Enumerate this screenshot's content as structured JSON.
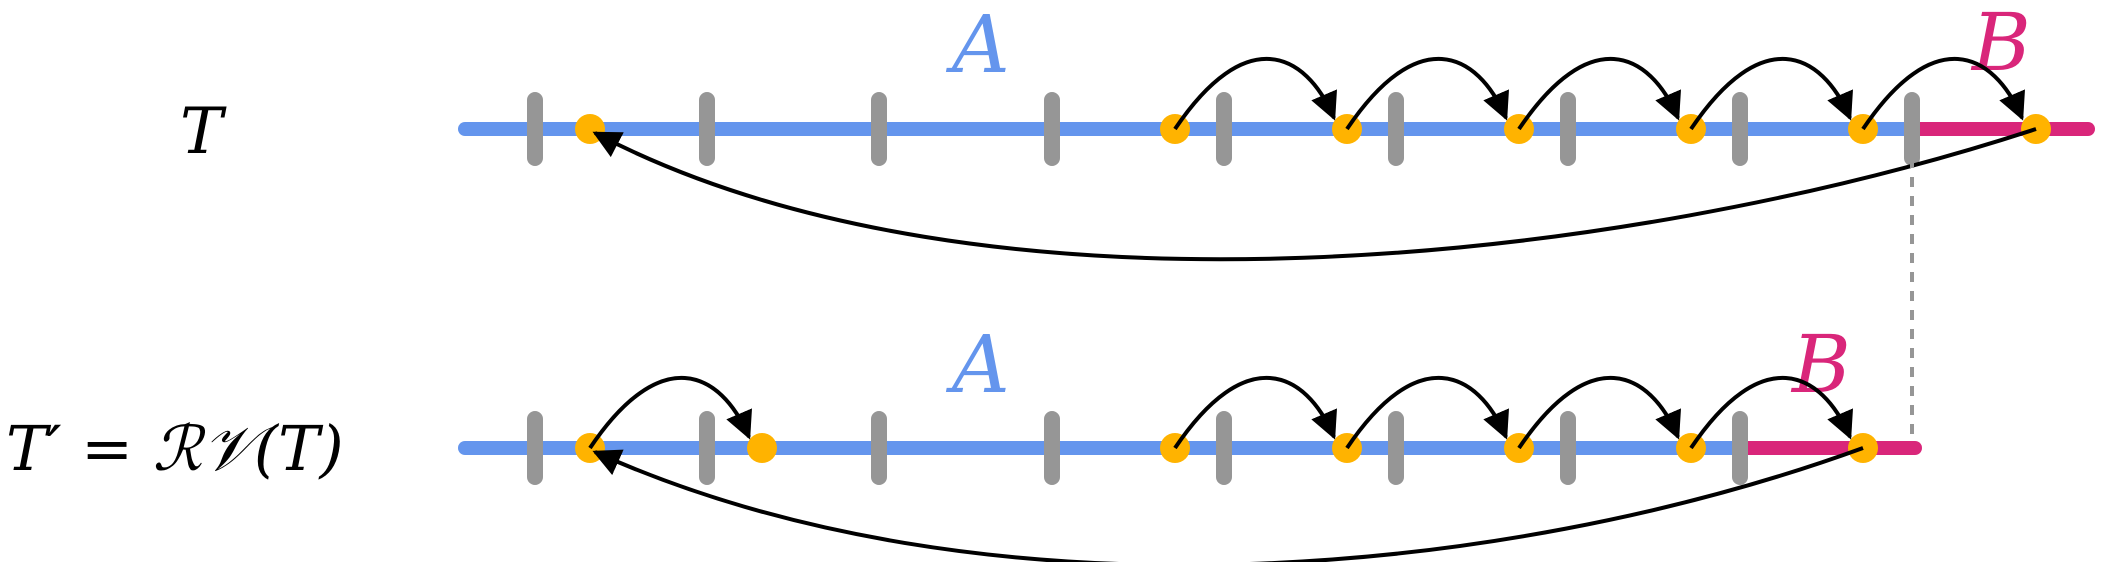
{
  "colors": {
    "line_a": "#6495ED",
    "line_b": "#D9267A",
    "tick": "#969696",
    "dot": "#FFB300",
    "arrow": "#000000",
    "dash": "#969696",
    "label": "#000000"
  },
  "rows": [
    {
      "label": "T",
      "segment_a_label": "A",
      "segment_b_label": "B"
    },
    {
      "label": "T′ = ℛ𝒱(T)",
      "segment_a_label": "A",
      "segment_b_label": "B"
    }
  ]
}
